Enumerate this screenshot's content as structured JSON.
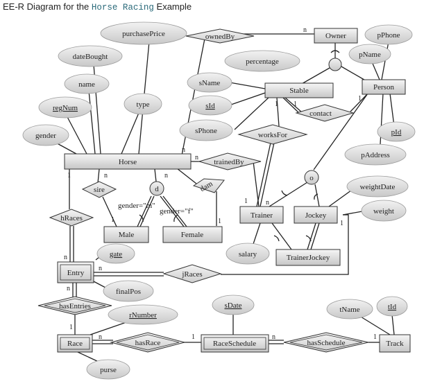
{
  "title": {
    "prefix": "EE-R Diagram for the",
    "code": "Horse Racing",
    "suffix": "Example"
  },
  "entities": {
    "owner": "Owner",
    "person": "Person",
    "stable": "Stable",
    "horse": "Horse",
    "trainer": "Trainer",
    "jockey": "Jockey",
    "male": "Male",
    "female": "Female",
    "entry": "Entry",
    "trainer_jockey": "TrainerJockey",
    "race": "Race",
    "race_schedule": "RaceSchedule",
    "track": "Track"
  },
  "relationships": {
    "owned_by": "ownedBy",
    "contact": "contact",
    "works_for": "worksFor",
    "trained_by": "trainedBy",
    "dam": "dam",
    "sire": "sire",
    "h_races": "hRaces",
    "j_races": "jRaces",
    "has_entries": "hasEntries",
    "has_race": "hasRace",
    "has_schedule": "hasSchedule"
  },
  "attributes": {
    "purchase_price": "purchasePrice",
    "p_phone": "pPhone",
    "date_bought": "dateBought",
    "percentage": "percentage",
    "p_name": "pName",
    "name": "name",
    "s_name": "sName",
    "reg_num": "regNum",
    "type": "type",
    "s_id": "sId",
    "s_phone": "sPhone",
    "p_id": "pId",
    "gender": "gender",
    "p_address": "pAddress",
    "weight_date": "weightDate",
    "weight": "weight",
    "gate": "gate",
    "salary": "salary",
    "final_pos": "finalPos",
    "s_date": "sDate",
    "t_name": "tName",
    "t_id": "tId",
    "r_number": "rNumber",
    "purse": "purse"
  },
  "specializations": {
    "disjoint_symbol": "d",
    "overlap_symbol": "o"
  },
  "conditions": {
    "male": "gender=\"m\"",
    "female": "gender=\"f\""
  },
  "cardinalities": {
    "n": "n",
    "one": "1"
  },
  "colors": {
    "shape_fill_light": "#f4f4f4",
    "shape_fill_dark": "#c9c9c9",
    "line": "#222222",
    "title_code": "#2a6a7a"
  }
}
